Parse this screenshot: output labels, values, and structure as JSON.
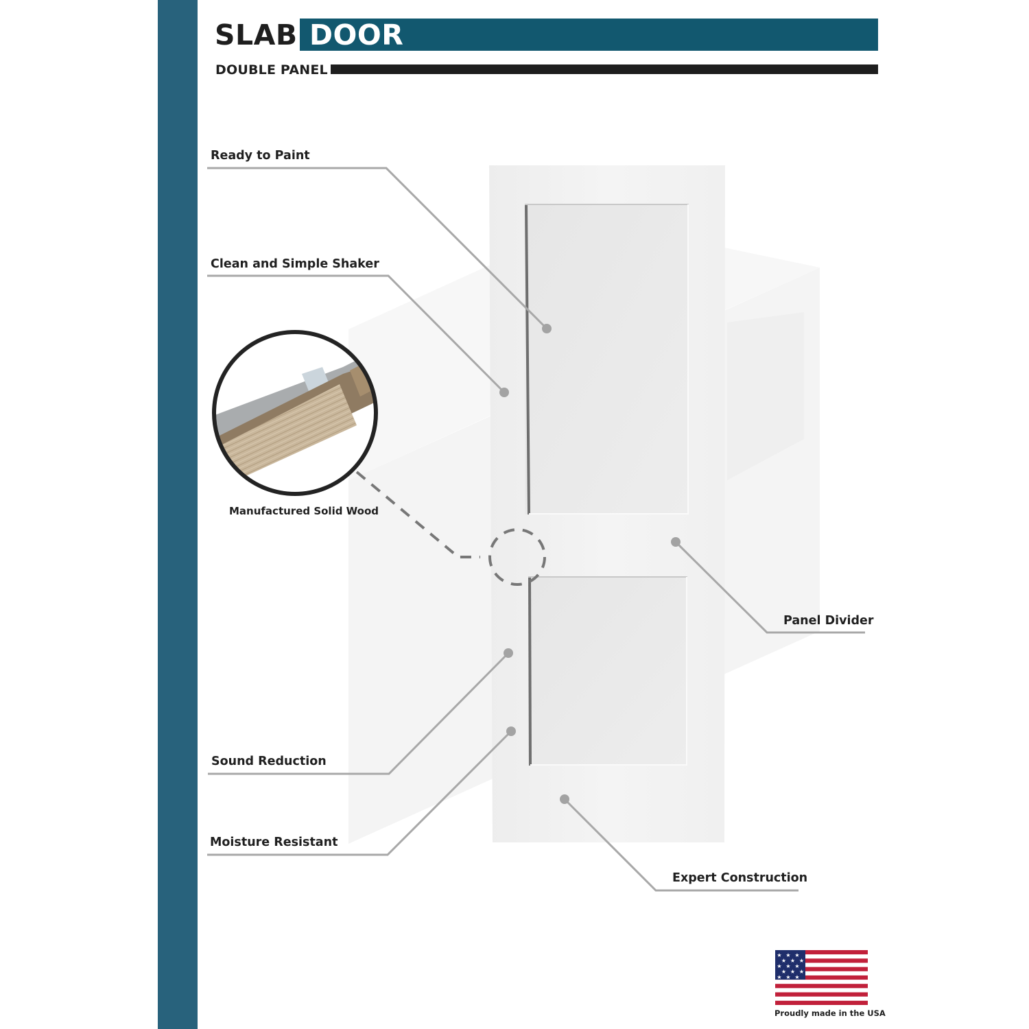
{
  "header": {
    "title_word1": "SLAB",
    "title_word2": "DOOR",
    "subtitle": "DOUBLE PANEL"
  },
  "colors": {
    "sidebar_bar": "#28627C",
    "title_box": "#12586F",
    "dark_text": "#1e1e1e",
    "leader_line": "#A8A8A8",
    "dot": "#A3A3A3",
    "door_face": "#F3F3F3"
  },
  "callouts": [
    {
      "id": "ready-to-paint",
      "label": "Ready to Paint"
    },
    {
      "id": "clean-simple-shaker",
      "label": "Clean and Simple Shaker"
    },
    {
      "id": "panel-divider",
      "label": "Panel Divider"
    },
    {
      "id": "sound-reduction",
      "label": "Sound Reduction"
    },
    {
      "id": "moisture-resistant",
      "label": "Moisture Resistant"
    },
    {
      "id": "expert-construction",
      "label": "Expert Construction"
    }
  ],
  "inset": {
    "caption": "Manufactured Solid Wood",
    "icon": "wood-cross-section-image"
  },
  "badge": {
    "icon": "usa-flag-icon",
    "caption": "Proudly made in the USA"
  }
}
